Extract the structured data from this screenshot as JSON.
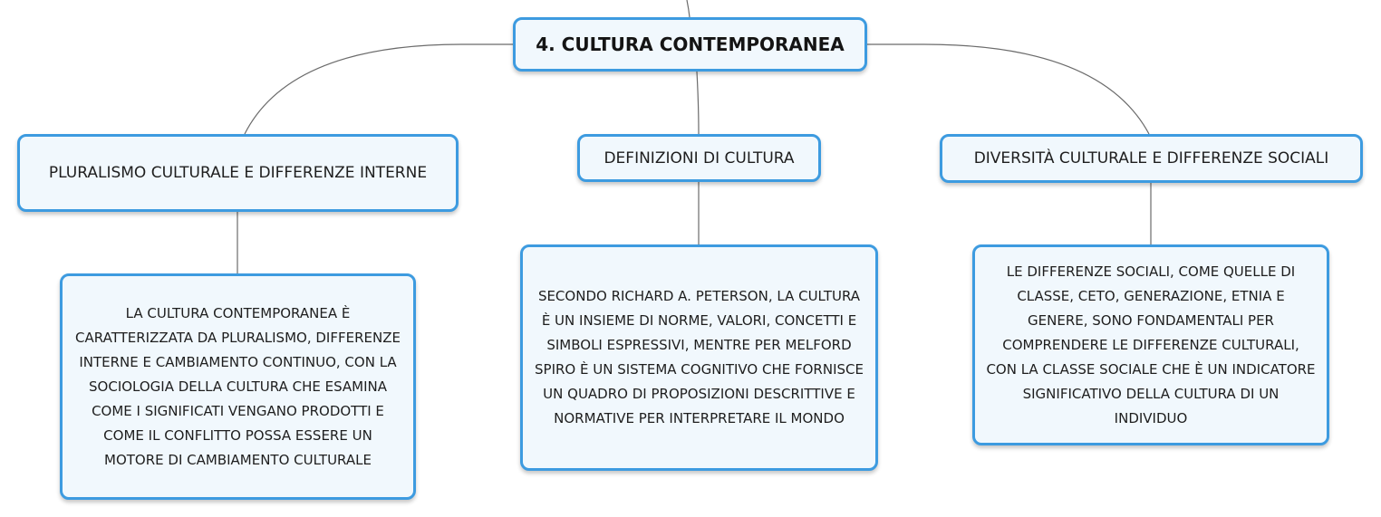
{
  "root": {
    "label": "4. CULTURA CONTEMPORANEA"
  },
  "branches": [
    {
      "label": "PLURALISMO CULTURALE E DIFFERENZE INTERNE",
      "detail": "LA CULTURA CONTEMPORANEA È CARATTERIZZATA DA PLURALISMO, DIFFERENZE INTERNE E CAMBIAMENTO CONTINUO, CON LA SOCIOLOGIA DELLA CULTURA CHE ESAMINA COME I SIGNIFICATI VENGANO PRODOTTI E COME IL CONFLITTO POSSA ESSERE UN MOTORE DI CAMBIAMENTO CULTURALE"
    },
    {
      "label": "DEFINIZIONI DI CULTURA",
      "detail": "SECONDO RICHARD A. PETERSON, LA CULTURA È UN INSIEME DI NORME, VALORI, CONCETTI E SIMBOLI ESPRESSIVI, MENTRE PER MELFORD SPIRO È UN SISTEMA COGNITIVO CHE FORNISCE UN QUADRO DI PROPOSIZIONI DESCRITTIVE E NORMATIVE PER INTERPRETARE IL MONDO"
    },
    {
      "label": "DIVERSITÀ CULTURALE E DIFFERENZE SOCIALI",
      "detail": "LE DIFFERENZE SOCIALI, COME QUELLE DI CLASSE, CETO, GENERAZIONE, ETNIA E GENERE, SONO FONDAMENTALI PER COMPRENDERE LE DIFFERENZE CULTURALI, CON LA CLASSE SOCIALE CHE È UN INDICATORE SIGNIFICATIVO DELLA CULTURA DI UN INDIVIDUO"
    }
  ],
  "colors": {
    "node_border": "#3d9be0",
    "node_fill": "#f1f8fd",
    "connector": "#6b6b6b",
    "text": "#1a1a1a"
  }
}
